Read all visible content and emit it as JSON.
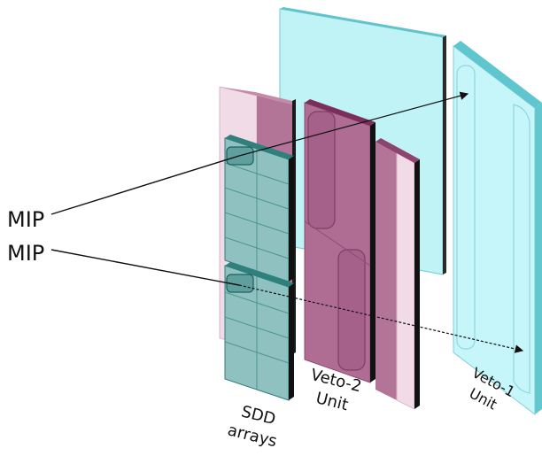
{
  "labels": {
    "mip_upper": "MIP",
    "mip_lower": "MIP",
    "sdd_line1": "SDD",
    "sdd_line2": "arrays",
    "veto2_line1": "Veto-2",
    "veto2_line2": "Unit",
    "veto1_line1": "Veto-1",
    "veto1_line2": "Unit"
  },
  "colors": {
    "pink_light": "#f1dbe7",
    "pink_dark": "#a0587f",
    "magenta": "#b06d93",
    "cyan_panel": "#bff3f6",
    "cyan_edge": "#5fc6cf",
    "teal_sdd": "#8fc1c0",
    "teal_edge": "#2f7f7c",
    "ray": "#111111"
  }
}
